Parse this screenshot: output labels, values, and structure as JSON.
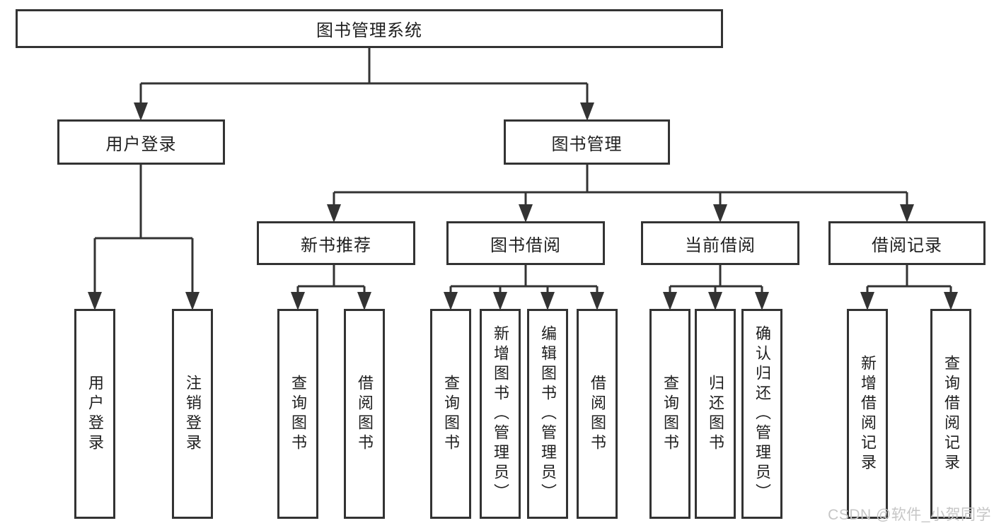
{
  "tree": {
    "root": {
      "label": "图书管理系统"
    },
    "branches": [
      {
        "label": "用户登录",
        "leaves": [
          {
            "label": "用户登录"
          },
          {
            "label": "注销登录"
          }
        ]
      },
      {
        "label": "图书管理",
        "groups": [
          {
            "label": "新书推荐",
            "leaves": [
              {
                "label": "查询图书"
              },
              {
                "label": "借阅图书"
              }
            ]
          },
          {
            "label": "图书借阅",
            "leaves": [
              {
                "label": "查询图书"
              },
              {
                "label": "新增图书（管理员）"
              },
              {
                "label": "编辑图书（管理员）"
              },
              {
                "label": "借阅图书"
              }
            ]
          },
          {
            "label": "当前借阅",
            "leaves": [
              {
                "label": "查询图书"
              },
              {
                "label": "归还图书"
              },
              {
                "label": "确认归还（管理员）"
              }
            ]
          },
          {
            "label": "借阅记录",
            "leaves": [
              {
                "label": "新增借阅记录"
              },
              {
                "label": "查询借阅记录"
              }
            ]
          }
        ]
      }
    ]
  },
  "watermark": {
    "text": "CSDN @软件_小贺同学"
  },
  "colors": {
    "line": "#333333",
    "text": "#1f1f1f",
    "watermark": "#c6c6c6",
    "background": "#ffffff"
  }
}
